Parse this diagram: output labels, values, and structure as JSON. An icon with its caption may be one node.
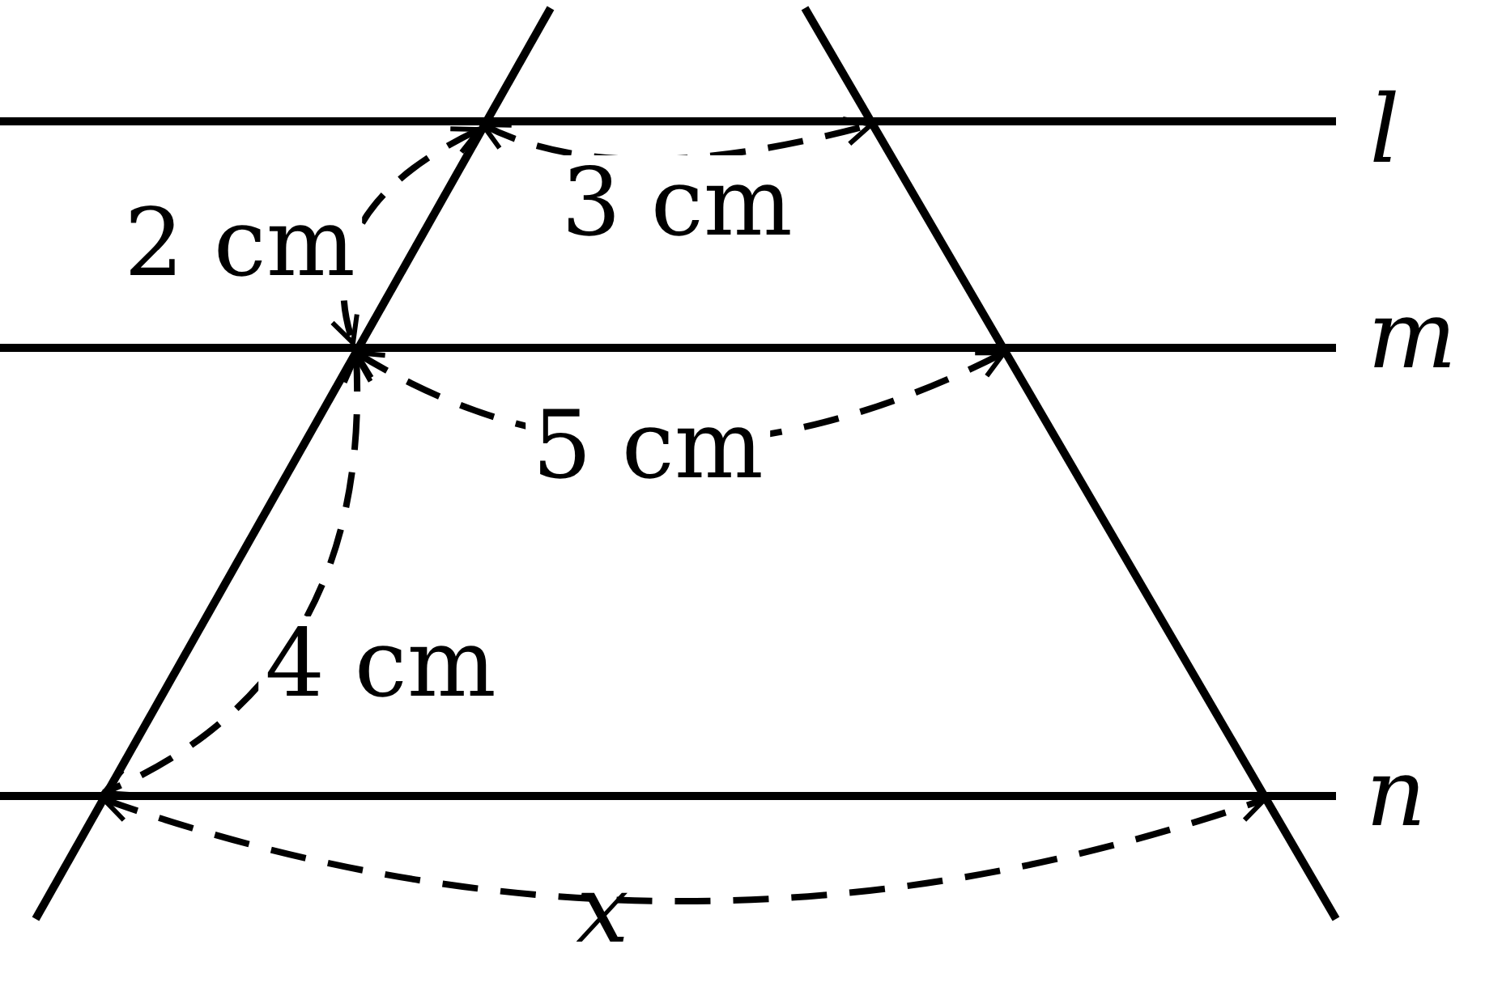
{
  "diagram": {
    "labels": [
      "l",
      "3 cm",
      "2 cm",
      "m",
      "5 cm",
      "4 cm",
      "n",
      "x"
    ]
  }
}
